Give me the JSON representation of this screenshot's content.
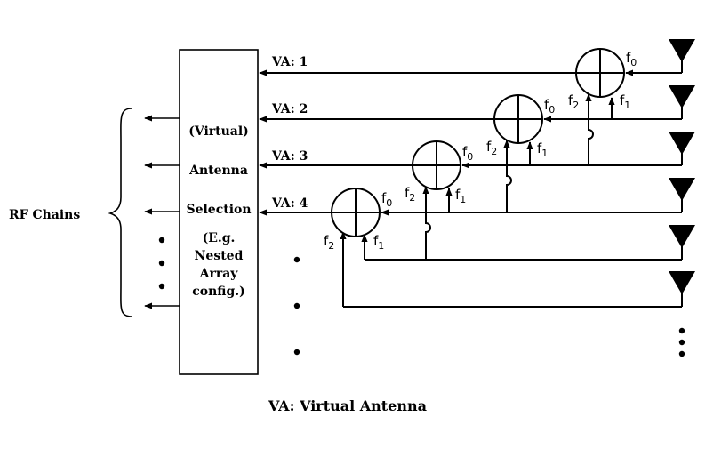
{
  "left_label": "RF Chains",
  "box_lines": [
    "(Virtual)",
    "Antenna",
    "Selection",
    "(E.g.",
    "Nested",
    "Array",
    "config.)"
  ],
  "va_labels": [
    "VA: 1",
    "VA: 2",
    "VA: 3",
    "VA: 4"
  ],
  "freq": {
    "f0": "f",
    "f0_sub": "0",
    "f1": "f",
    "f1_sub": "1",
    "f2": "f",
    "f2_sub": "2"
  },
  "caption": "VA: Virtual Antenna",
  "icons": [
    "antenna-icon",
    "adder-icon",
    "arrow-icon",
    "brace-icon",
    "dots-icon"
  ]
}
